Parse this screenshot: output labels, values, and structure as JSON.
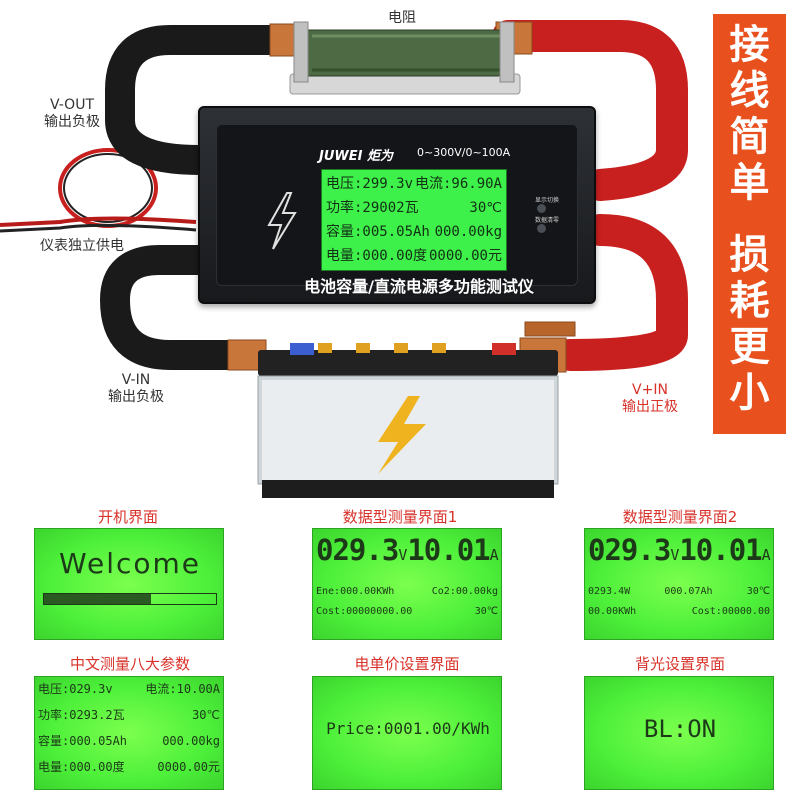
{
  "labels": {
    "resistor": "电阻",
    "vout": "V-OUT",
    "vout_sub": "输出负极",
    "power": "仪表独立供电",
    "vin": "V-IN",
    "vin_sub": "输出负极",
    "vplus": "V+IN",
    "vplus_sub": "输出正极"
  },
  "banner": {
    "line1": "接",
    "line2": "线",
    "line3": "简",
    "line4": "单",
    "line5": "损",
    "line6": "耗",
    "line7": "更",
    "line8": "小",
    "color": "#e8501e"
  },
  "device": {
    "brand": "JUWEI 炬为",
    "range": "0~300V/0~100A",
    "title": "电池容量/直流电源多功能测试仪",
    "button_label_1": "显示切换",
    "button_label_2": "数据清零",
    "lcd": {
      "r1_left": "电压:299.3v",
      "r1_right": "电流:96.90A",
      "r2_left": "功率:29002瓦",
      "r2_right": "30℃",
      "r3_left": "容量:005.05Ah",
      "r3_right": "000.00kg",
      "r4_left": "电量:000.00度",
      "r4_right": "0000.00元"
    }
  },
  "panels": {
    "p1": {
      "title": "开机界面",
      "text": "Welcome"
    },
    "p2": {
      "title": "数据型测量界面1",
      "big_v": "029.3",
      "big_v_unit": "V",
      "big_a": "10.01",
      "big_a_unit": "A",
      "line2_left": "Ene:000.00KWh",
      "line2_right": "Co2:00.00kg",
      "line3_left": "Cost:00000000.00",
      "line3_right": "30℃"
    },
    "p3": {
      "title": "数据型测量界面2",
      "big_v": "029.3",
      "big_v_unit": "V",
      "big_a": "10.01",
      "big_a_unit": "A",
      "line2_left": "0293.4W",
      "line2_mid": "000.07Ah",
      "line2_right": "30℃",
      "line3_left": "00.00KWh",
      "line3_right": "Cost:00000.00"
    },
    "p4": {
      "title": "中文测量八大参数",
      "r1_left": "电压:029.3v",
      "r1_right": "电流:10.00A",
      "r2_left": "功率:0293.2瓦",
      "r2_right": "30℃",
      "r3_left": "容量:000.05Ah",
      "r3_right": "000.00kg",
      "r4_left": "电量:000.00度",
      "r4_right": "0000.00元"
    },
    "p5": {
      "title": "电单价设置界面",
      "text": "Price:0001.00/KWh"
    },
    "p6": {
      "title": "背光设置界面",
      "text": "BL:ON"
    }
  },
  "colors": {
    "lcd_green": "#4df03a",
    "title_red": "#d8322a",
    "cable_red": "#c8201e",
    "cable_black": "#1a1a1a"
  }
}
